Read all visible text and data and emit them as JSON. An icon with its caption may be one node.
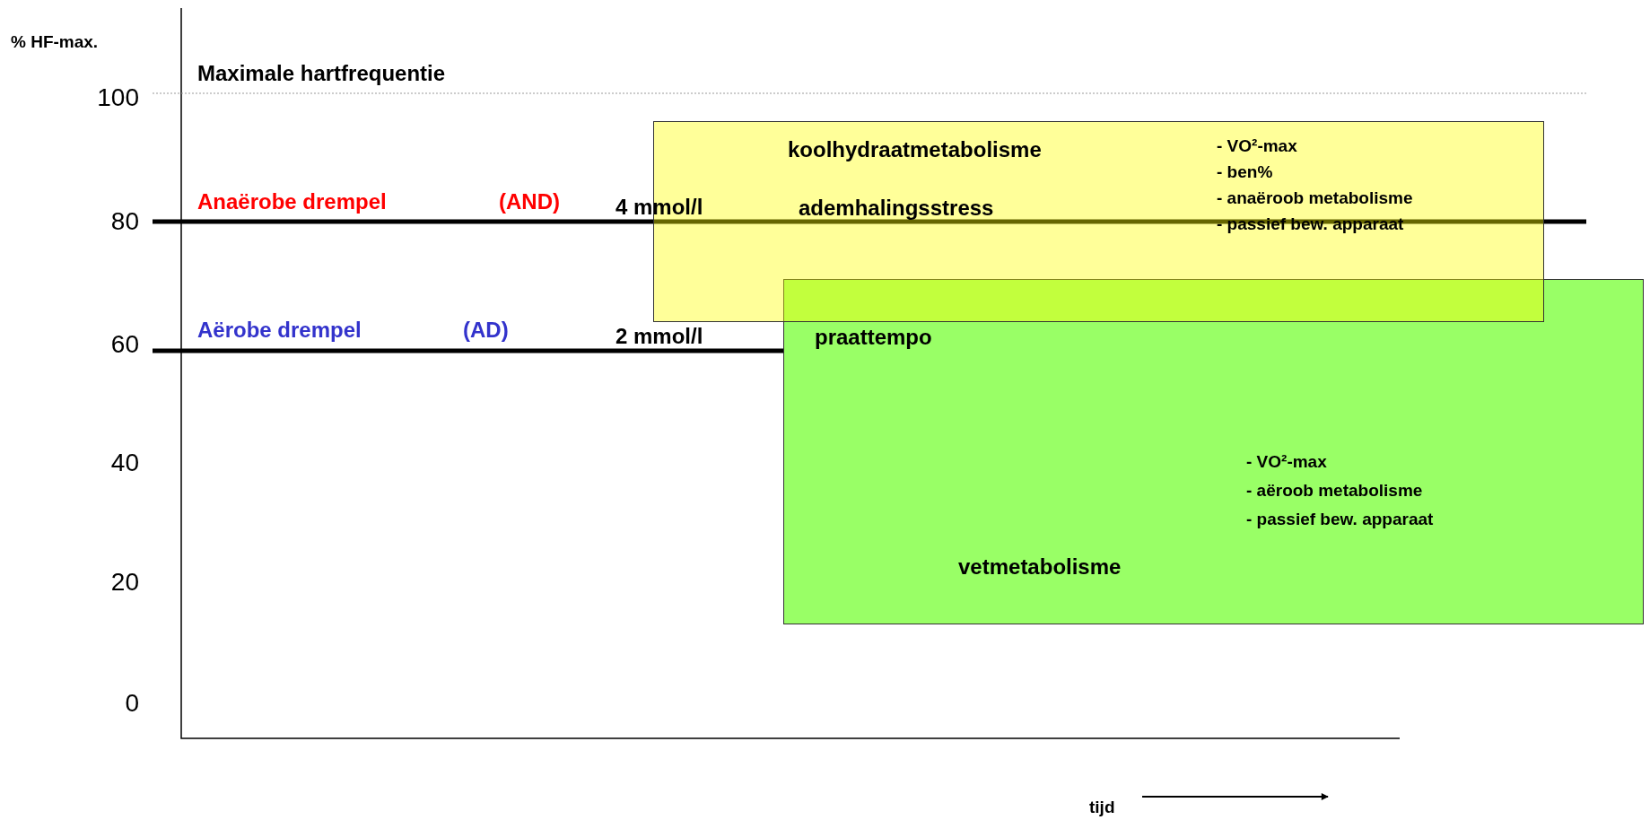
{
  "diagram": {
    "nodes": [
      {
        "text": [
          "koolhydraatmetabolisme",
          "- VO²-max",
          "- ben%",
          "- anaëroob metabolisme",
          "- passief bew. apparaat",
          "ademhalingsstress"
        ]
      },
      {
        "text": [
          "praattempo",
          "- VO²-max",
          "- aëroob metabolisme",
          "- passief bew. apparaat",
          "vetmetabolisme"
        ]
      }
    ],
    "labels": [
      "% HF-max.",
      "Maximale hartfrequentie",
      "100",
      "Anaërobe drempel",
      "(AND)",
      "4 mmol/l",
      "80",
      "Aërobe drempel",
      "(AD)",
      "2 mmol/l",
      "60",
      "40",
      "20",
      "0",
      "tijd"
    ]
  }
}
